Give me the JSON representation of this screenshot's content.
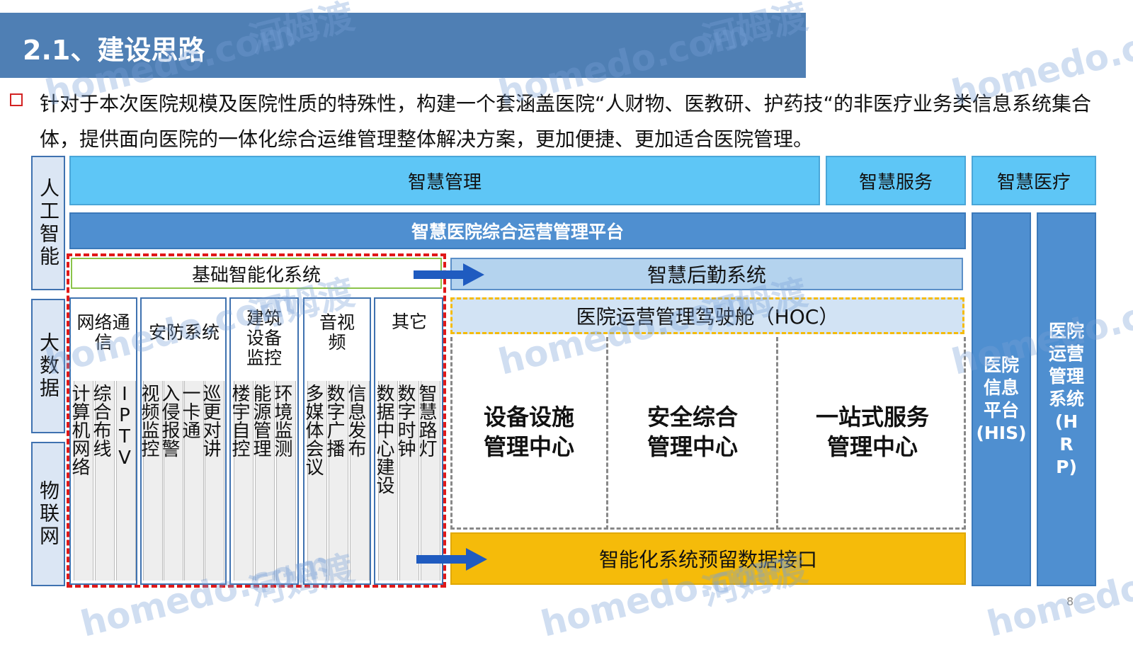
{
  "slide_title": "2.1、建设思路",
  "intro_text": "针对于本次医院规模及医院性质的特殊性，构建一个套涵盖医院“人财物、医教研、护药技“的非医疗业务类信息系统集合体，提供面向医院的一体化综合运维管理整体解决方案，更加便捷、更加适合医院管理。",
  "side_labels": {
    "ai": "人工智能",
    "bigdata": "大数据",
    "iot": "物联网"
  },
  "top_row": {
    "smart_management": "智慧管理",
    "smart_service": "智慧服务",
    "smart_medical": "智慧医疗"
  },
  "platform": "智慧医院综合运营管理平台",
  "basic_system": "基础智能化系统",
  "logistics": "智慧后勤系统",
  "hoc": "医院运营管理驾驶舱（HOC）",
  "columns": [
    {
      "head": "网络通信",
      "items": [
        "计算机网络",
        "综合布线",
        "IPTV"
      ]
    },
    {
      "head": "安防系统",
      "items": [
        "视频监控",
        "入侵报警",
        "一卡通",
        "巡更对讲"
      ]
    },
    {
      "head": "建筑设备监控",
      "items": [
        "楼宇自控",
        "能源管理",
        "环境监测"
      ]
    },
    {
      "head": "音视频",
      "items": [
        "多媒体会议",
        "数字广播",
        "信息发布"
      ]
    },
    {
      "head": "其它",
      "items": [
        "数据中心建设",
        "数字时钟",
        "智慧路灯"
      ]
    }
  ],
  "centers": [
    {
      "line1": "设备设施",
      "line2": "管理中心"
    },
    {
      "line1": "安全综合",
      "line2": "管理中心"
    },
    {
      "line1": "一站式服务",
      "line2": "管理中心"
    }
  ],
  "interface": "智能化系统预留数据接口",
  "his": {
    "lines": [
      "医院",
      "信息",
      "平台",
      "(HIS)"
    ]
  },
  "hrp": {
    "lines": [
      "医院",
      "运营",
      "管理",
      "系统",
      "(H",
      "R",
      "P)"
    ]
  },
  "page_number": "8",
  "watermark_texts": [
    "homedo.com",
    "河姆渡"
  ],
  "colors": {
    "title_bar": "#4f7fb4",
    "light_blue": "#5ec6f6",
    "dark_blue": "#4f8fd0",
    "interface_yellow": "#f5bb0a",
    "dashed_red": "#e01818",
    "arrow_blue": "#1f5bc0"
  }
}
